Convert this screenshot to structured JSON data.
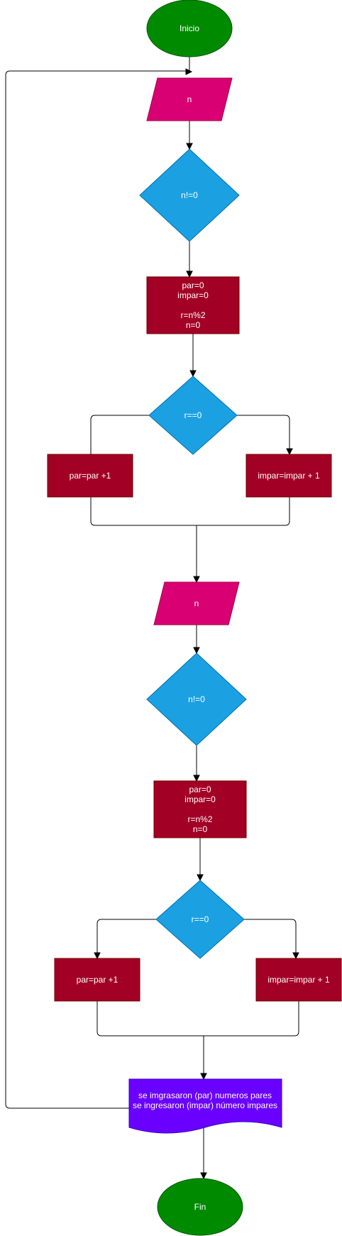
{
  "colors": {
    "terminal": "#008a00",
    "terminal_stroke": "#005700",
    "io": "#d80073",
    "io_stroke": "#a50040",
    "decision": "#1ba1e2",
    "decision_stroke": "#006eaf",
    "process": "#a20025",
    "process_stroke": "#6f0000",
    "document": "#6a00ff",
    "document_stroke": "#3700cc",
    "edge": "#000000",
    "text": "#ffffff"
  },
  "nodes": {
    "inicio": "Inicio",
    "input1": "n",
    "cond1": "n!=0",
    "init1": {
      "line1": "par=0",
      "line2": "impar=0",
      "line3": "r=n%2",
      "line4": "n=0"
    },
    "check1": "r==0",
    "par1": "par=par +1",
    "impar1": "impar=impar + 1",
    "input2": "n",
    "cond2": "n!=0",
    "init2": {
      "line1": "par=0",
      "line2": "impar=0",
      "line3": "r=n%2",
      "line4": "n=0"
    },
    "check2": "r==0",
    "par2": "par=par +1",
    "impar2": "impar=impar + 1",
    "output": {
      "line1": "se imgrasaron (par) numeros pares",
      "line2": "se ingresaron (impar) número impares"
    },
    "fin": "Fin"
  }
}
